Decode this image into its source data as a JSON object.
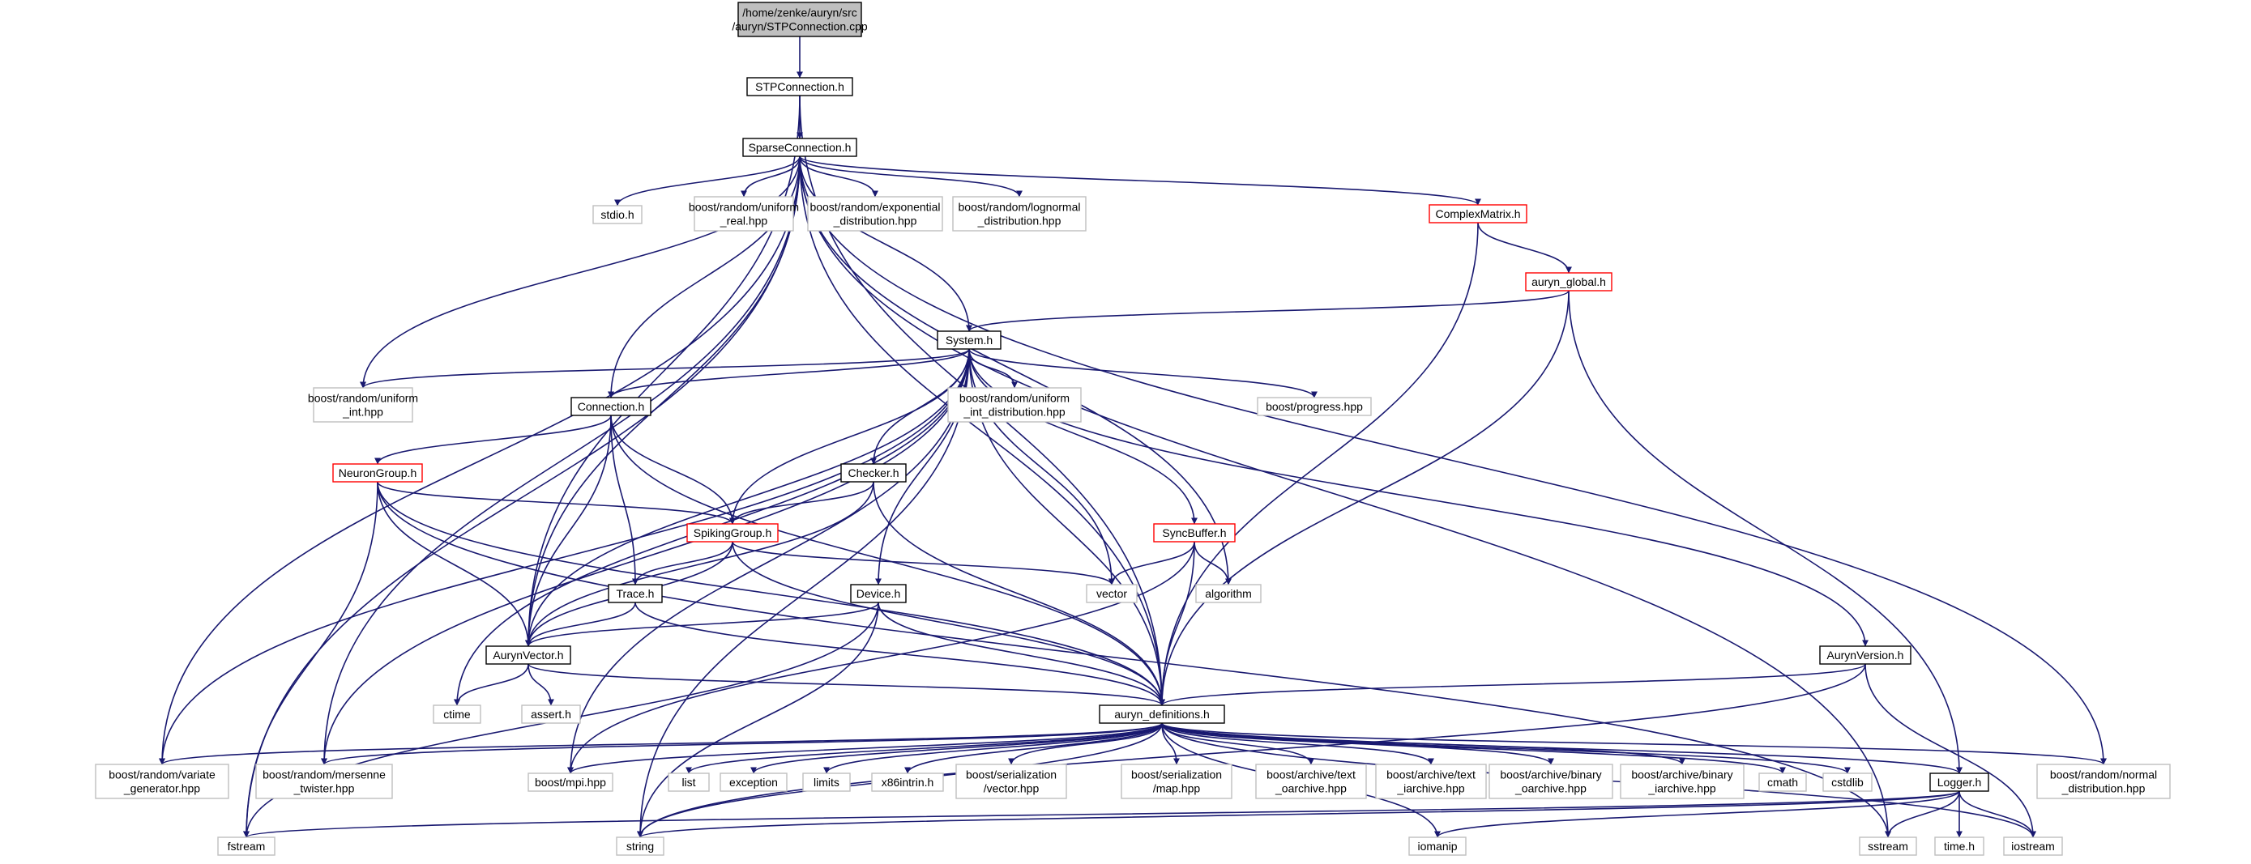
{
  "colors": {
    "edge": "#191970",
    "root_fill": "#bfbfbf",
    "local_border": "#000000",
    "incomplete_border": "#ff0000",
    "external_border": "#bfbfbf",
    "text": "#000000"
  },
  "nodes": [
    {
      "id": "root",
      "kind": "root",
      "lines": [
        "/home/zenke/auryn/src",
        "/auryn/STPConnection.cpp"
      ]
    },
    {
      "id": "stpconnection_h",
      "kind": "local",
      "lines": [
        "STPConnection.h"
      ]
    },
    {
      "id": "sparseconnection_h",
      "kind": "local",
      "lines": [
        "SparseConnection.h"
      ]
    },
    {
      "id": "stdio_h",
      "kind": "external",
      "lines": [
        "stdio.h"
      ]
    },
    {
      "id": "uniform_real",
      "kind": "external",
      "lines": [
        "boost/random/uniform",
        "_real.hpp"
      ]
    },
    {
      "id": "exponential",
      "kind": "external",
      "lines": [
        "boost/random/exponential",
        "_distribution.hpp"
      ]
    },
    {
      "id": "lognormal",
      "kind": "external",
      "lines": [
        "boost/random/lognormal",
        "_distribution.hpp"
      ]
    },
    {
      "id": "complexmatrix_h",
      "kind": "incomplete",
      "lines": [
        "ComplexMatrix.h"
      ]
    },
    {
      "id": "auryn_global_h",
      "kind": "incomplete",
      "lines": [
        "auryn_global.h"
      ]
    },
    {
      "id": "system_h",
      "kind": "local",
      "lines": [
        "System.h"
      ]
    },
    {
      "id": "uniform_int",
      "kind": "external",
      "lines": [
        "boost/random/uniform",
        "_int.hpp"
      ]
    },
    {
      "id": "connection_h",
      "kind": "local",
      "lines": [
        "Connection.h"
      ]
    },
    {
      "id": "uniform_int_dist",
      "kind": "external",
      "lines": [
        "boost/random/uniform",
        "_int_distribution.hpp"
      ]
    },
    {
      "id": "progress",
      "kind": "external",
      "lines": [
        "boost/progress.hpp"
      ]
    },
    {
      "id": "neurongroup_h",
      "kind": "incomplete",
      "lines": [
        "NeuronGroup.h"
      ]
    },
    {
      "id": "checker_h",
      "kind": "local",
      "lines": [
        "Checker.h"
      ]
    },
    {
      "id": "spikinggroup_h",
      "kind": "incomplete",
      "lines": [
        "SpikingGroup.h"
      ]
    },
    {
      "id": "syncbuffer_h",
      "kind": "incomplete",
      "lines": [
        "SyncBuffer.h"
      ]
    },
    {
      "id": "trace_h",
      "kind": "local",
      "lines": [
        "Trace.h"
      ]
    },
    {
      "id": "device_h",
      "kind": "local",
      "lines": [
        "Device.h"
      ]
    },
    {
      "id": "vector",
      "kind": "external",
      "lines": [
        "vector"
      ]
    },
    {
      "id": "algorithm",
      "kind": "external",
      "lines": [
        "algorithm"
      ]
    },
    {
      "id": "aurynvector_h",
      "kind": "local",
      "lines": [
        "AurynVector.h"
      ]
    },
    {
      "id": "aurynversion_h",
      "kind": "local",
      "lines": [
        "AurynVersion.h"
      ]
    },
    {
      "id": "ctime",
      "kind": "external",
      "lines": [
        "ctime"
      ]
    },
    {
      "id": "assert_h",
      "kind": "external",
      "lines": [
        "assert.h"
      ]
    },
    {
      "id": "auryn_definitions_h",
      "kind": "local",
      "lines": [
        "auryn_definitions.h"
      ]
    },
    {
      "id": "variate_generator",
      "kind": "external",
      "lines": [
        "boost/random/variate",
        "_generator.hpp"
      ]
    },
    {
      "id": "mersenne_twister",
      "kind": "external",
      "lines": [
        "boost/random/mersenne",
        "_twister.hpp"
      ]
    },
    {
      "id": "mpi",
      "kind": "external",
      "lines": [
        "boost/mpi.hpp"
      ]
    },
    {
      "id": "list",
      "kind": "external",
      "lines": [
        "list"
      ]
    },
    {
      "id": "exception",
      "kind": "external",
      "lines": [
        "exception"
      ]
    },
    {
      "id": "limits",
      "kind": "external",
      "lines": [
        "limits"
      ]
    },
    {
      "id": "x86intrin_h",
      "kind": "external",
      "lines": [
        "x86intrin.h"
      ]
    },
    {
      "id": "serialization_vector",
      "kind": "external",
      "lines": [
        "boost/serialization",
        "/vector.hpp"
      ]
    },
    {
      "id": "serialization_map",
      "kind": "external",
      "lines": [
        "boost/serialization",
        "/map.hpp"
      ]
    },
    {
      "id": "text_oarchive",
      "kind": "external",
      "lines": [
        "boost/archive/text",
        "_oarchive.hpp"
      ]
    },
    {
      "id": "text_iarchive",
      "kind": "external",
      "lines": [
        "boost/archive/text",
        "_iarchive.hpp"
      ]
    },
    {
      "id": "binary_oarchive",
      "kind": "external",
      "lines": [
        "boost/archive/binary",
        "_oarchive.hpp"
      ]
    },
    {
      "id": "binary_iarchive",
      "kind": "external",
      "lines": [
        "boost/archive/binary",
        "_iarchive.hpp"
      ]
    },
    {
      "id": "cmath",
      "kind": "external",
      "lines": [
        "cmath"
      ]
    },
    {
      "id": "cstdlib",
      "kind": "external",
      "lines": [
        "cstdlib"
      ]
    },
    {
      "id": "logger_h",
      "kind": "local",
      "lines": [
        "Logger.h"
      ]
    },
    {
      "id": "normal_distribution",
      "kind": "external",
      "lines": [
        "boost/random/normal",
        "_distribution.hpp"
      ]
    },
    {
      "id": "fstream",
      "kind": "external",
      "lines": [
        "fstream"
      ]
    },
    {
      "id": "string",
      "kind": "external",
      "lines": [
        "string"
      ]
    },
    {
      "id": "iomanip",
      "kind": "external",
      "lines": [
        "iomanip"
      ]
    },
    {
      "id": "sstream",
      "kind": "external",
      "lines": [
        "sstream"
      ]
    },
    {
      "id": "time_h",
      "kind": "external",
      "lines": [
        "time.h"
      ]
    },
    {
      "id": "iostream",
      "kind": "external",
      "lines": [
        "iostream"
      ]
    }
  ],
  "edges": [
    [
      "root",
      "stpconnection_h"
    ],
    [
      "stpconnection_h",
      "sparseconnection_h"
    ],
    [
      "stpconnection_h",
      "aurynvector_h"
    ],
    [
      "stpconnection_h",
      "auryn_definitions_h"
    ],
    [
      "sparseconnection_h",
      "stdio_h"
    ],
    [
      "sparseconnection_h",
      "uniform_real"
    ],
    [
      "sparseconnection_h",
      "exponential"
    ],
    [
      "sparseconnection_h",
      "lognormal"
    ],
    [
      "sparseconnection_h",
      "complexmatrix_h"
    ],
    [
      "sparseconnection_h",
      "system_h"
    ],
    [
      "sparseconnection_h",
      "uniform_int"
    ],
    [
      "sparseconnection_h",
      "connection_h"
    ],
    [
      "sparseconnection_h",
      "aurynvector_h"
    ],
    [
      "sparseconnection_h",
      "algorithm"
    ],
    [
      "sparseconnection_h",
      "auryn_definitions_h"
    ],
    [
      "sparseconnection_h",
      "variate_generator"
    ],
    [
      "sparseconnection_h",
      "mersenne_twister"
    ],
    [
      "sparseconnection_h",
      "normal_distribution"
    ],
    [
      "sparseconnection_h",
      "fstream"
    ],
    [
      "sparseconnection_h",
      "sstream"
    ],
    [
      "complexmatrix_h",
      "auryn_global_h"
    ],
    [
      "complexmatrix_h",
      "auryn_definitions_h"
    ],
    [
      "auryn_global_h",
      "system_h"
    ],
    [
      "auryn_global_h",
      "auryn_definitions_h"
    ],
    [
      "auryn_global_h",
      "logger_h"
    ],
    [
      "system_h",
      "uniform_int"
    ],
    [
      "system_h",
      "connection_h"
    ],
    [
      "system_h",
      "uniform_int_dist"
    ],
    [
      "system_h",
      "progress"
    ],
    [
      "system_h",
      "checker_h"
    ],
    [
      "system_h",
      "spikinggroup_h"
    ],
    [
      "system_h",
      "syncbuffer_h"
    ],
    [
      "system_h",
      "device_h"
    ],
    [
      "system_h",
      "vector"
    ],
    [
      "system_h",
      "aurynvector_h"
    ],
    [
      "system_h",
      "aurynversion_h"
    ],
    [
      "system_h",
      "ctime"
    ],
    [
      "system_h",
      "auryn_definitions_h"
    ],
    [
      "system_h",
      "variate_generator"
    ],
    [
      "system_h",
      "mersenne_twister"
    ],
    [
      "system_h",
      "mpi"
    ],
    [
      "system_h",
      "string"
    ],
    [
      "connection_h",
      "neurongroup_h"
    ],
    [
      "connection_h",
      "spikinggroup_h"
    ],
    [
      "connection_h",
      "trace_h"
    ],
    [
      "connection_h",
      "aurynvector_h"
    ],
    [
      "connection_h",
      "auryn_definitions_h"
    ],
    [
      "neurongroup_h",
      "spikinggroup_h"
    ],
    [
      "neurongroup_h",
      "aurynvector_h"
    ],
    [
      "neurongroup_h",
      "auryn_definitions_h"
    ],
    [
      "neurongroup_h",
      "fstream"
    ],
    [
      "neurongroup_h",
      "sstream"
    ],
    [
      "checker_h",
      "spikinggroup_h"
    ],
    [
      "checker_h",
      "aurynvector_h"
    ],
    [
      "checker_h",
      "auryn_definitions_h"
    ],
    [
      "spikinggroup_h",
      "trace_h"
    ],
    [
      "spikinggroup_h",
      "vector"
    ],
    [
      "spikinggroup_h",
      "aurynvector_h"
    ],
    [
      "spikinggroup_h",
      "auryn_definitions_h"
    ],
    [
      "syncbuffer_h",
      "vector"
    ],
    [
      "syncbuffer_h",
      "algorithm"
    ],
    [
      "syncbuffer_h",
      "auryn_definitions_h"
    ],
    [
      "syncbuffer_h",
      "mpi"
    ],
    [
      "trace_h",
      "aurynvector_h"
    ],
    [
      "trace_h",
      "auryn_definitions_h"
    ],
    [
      "device_h",
      "aurynvector_h"
    ],
    [
      "device_h",
      "auryn_definitions_h"
    ],
    [
      "device_h",
      "fstream"
    ],
    [
      "device_h",
      "string"
    ],
    [
      "aurynvector_h",
      "ctime"
    ],
    [
      "aurynvector_h",
      "assert_h"
    ],
    [
      "aurynvector_h",
      "auryn_definitions_h"
    ],
    [
      "aurynversion_h",
      "auryn_definitions_h"
    ],
    [
      "aurynversion_h",
      "string"
    ],
    [
      "aurynversion_h",
      "iostream"
    ],
    [
      "auryn_definitions_h",
      "variate_generator"
    ],
    [
      "auryn_definitions_h",
      "mersenne_twister"
    ],
    [
      "auryn_definitions_h",
      "mpi"
    ],
    [
      "auryn_definitions_h",
      "list"
    ],
    [
      "auryn_definitions_h",
      "exception"
    ],
    [
      "auryn_definitions_h",
      "limits"
    ],
    [
      "auryn_definitions_h",
      "x86intrin_h"
    ],
    [
      "auryn_definitions_h",
      "serialization_vector"
    ],
    [
      "auryn_definitions_h",
      "serialization_map"
    ],
    [
      "auryn_definitions_h",
      "text_oarchive"
    ],
    [
      "auryn_definitions_h",
      "text_iarchive"
    ],
    [
      "auryn_definitions_h",
      "binary_oarchive"
    ],
    [
      "auryn_definitions_h",
      "binary_iarchive"
    ],
    [
      "auryn_definitions_h",
      "cmath"
    ],
    [
      "auryn_definitions_h",
      "cstdlib"
    ],
    [
      "auryn_definitions_h",
      "logger_h"
    ],
    [
      "auryn_definitions_h",
      "normal_distribution"
    ],
    [
      "auryn_definitions_h",
      "string"
    ],
    [
      "auryn_definitions_h",
      "iomanip"
    ],
    [
      "auryn_definitions_h",
      "iostream"
    ],
    [
      "logger_h",
      "fstream"
    ],
    [
      "logger_h",
      "string"
    ],
    [
      "logger_h",
      "iomanip"
    ],
    [
      "logger_h",
      "sstream"
    ],
    [
      "logger_h",
      "time_h"
    ],
    [
      "logger_h",
      "iostream"
    ]
  ]
}
